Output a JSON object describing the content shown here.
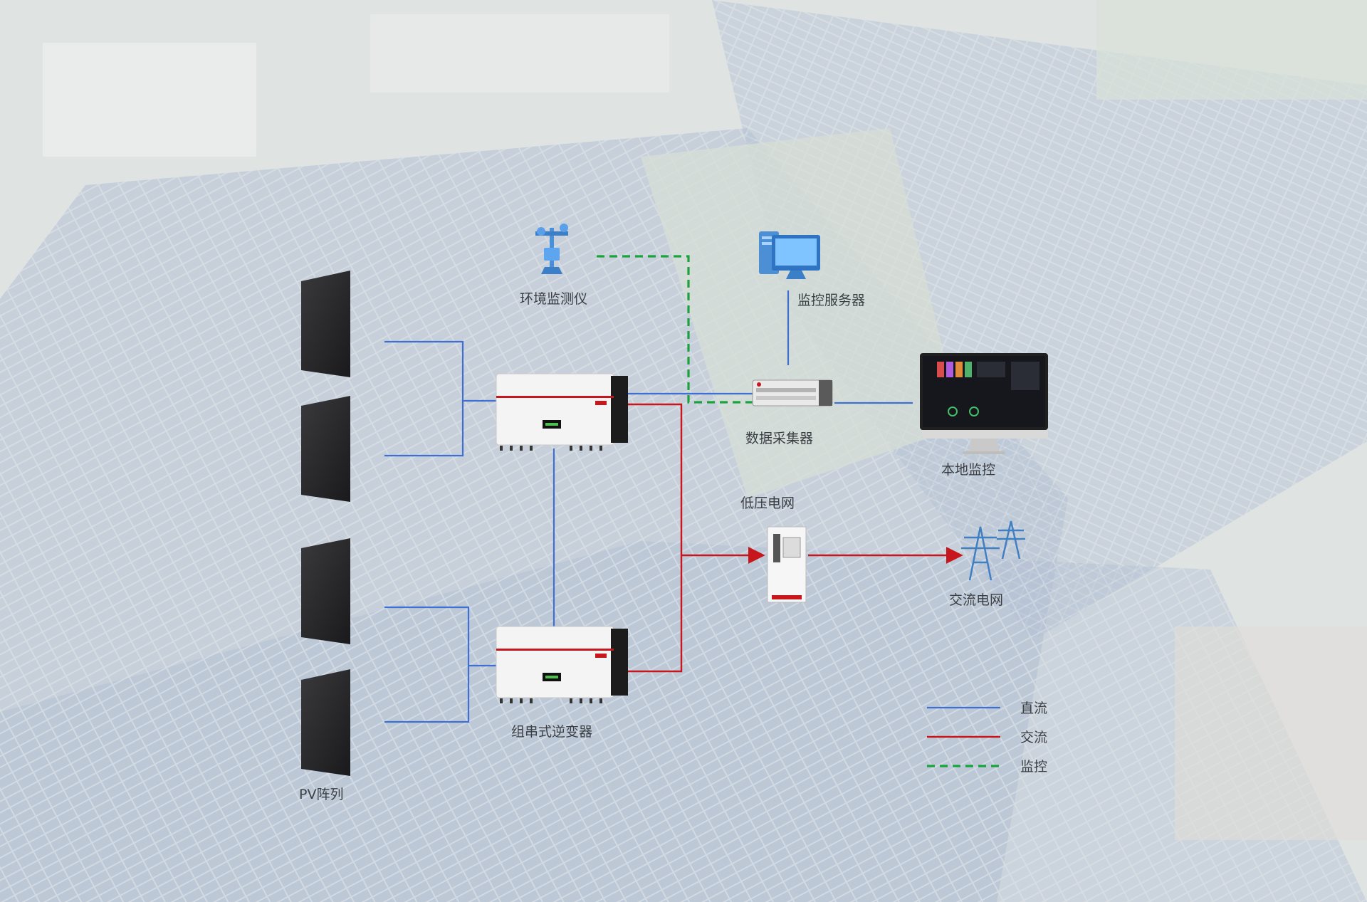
{
  "labels": {
    "env_monitor": "环境监测仪",
    "monitor_server": "监控服务器",
    "data_collector": "数据采集器",
    "local_monitor": "本地监控",
    "lv_grid": "低压电网",
    "ac_grid": "交流电网",
    "string_inverter": "组串式逆变器",
    "pv_array": "PV阵列"
  },
  "legend": {
    "dc": "直流",
    "ac": "交流",
    "monitoring": "监控"
  },
  "colors": {
    "dc_line": "#3f6fd0",
    "ac_line": "#c8161d",
    "monitor_line": "#1aa33c",
    "inverter_stripe": "#c8161d"
  }
}
